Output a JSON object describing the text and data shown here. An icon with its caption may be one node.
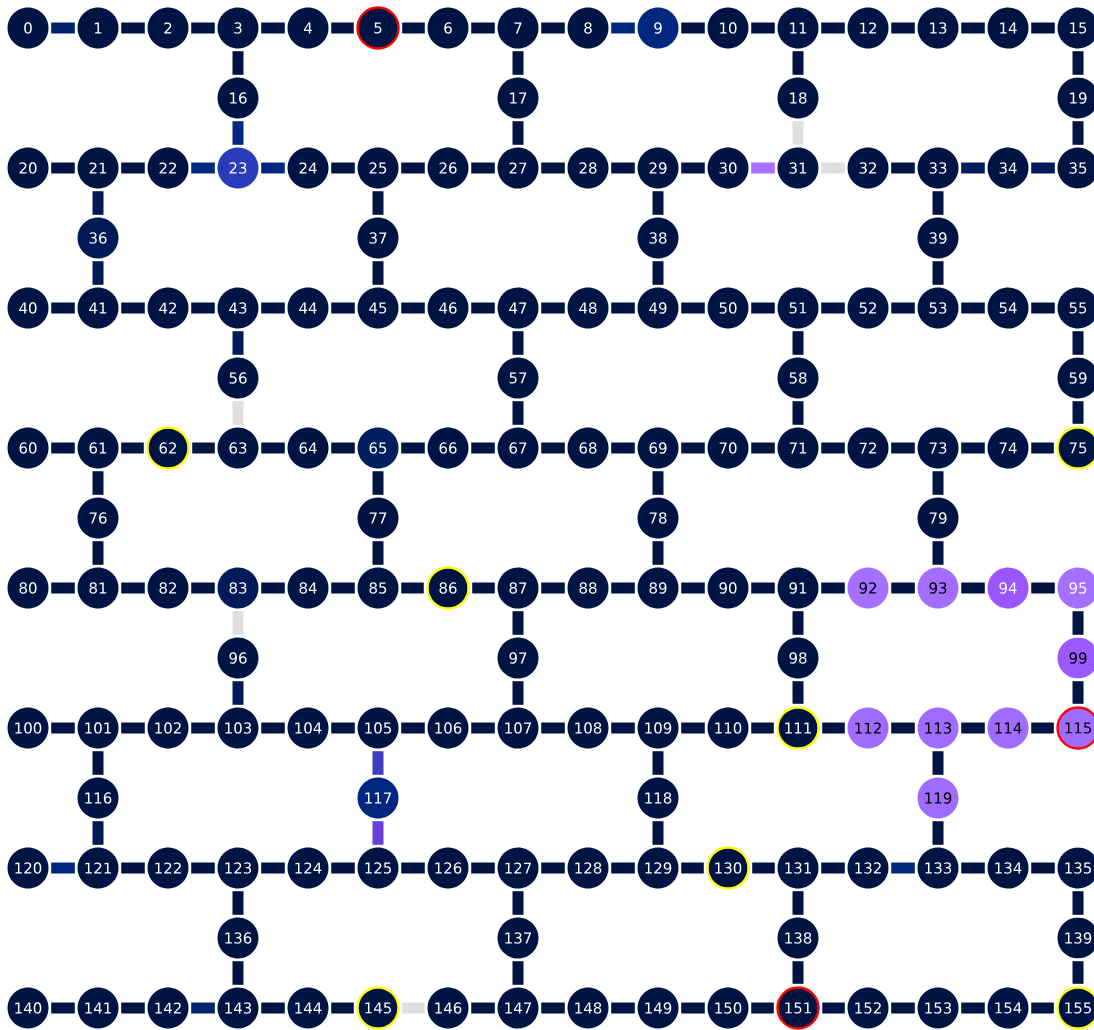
{
  "diagram": {
    "nodes": [
      {
        "text": [
          "0"
        ]
      },
      {
        "text": [
          "1"
        ]
      },
      {
        "text": [
          "2"
        ]
      },
      {
        "text": [
          "3"
        ]
      },
      {
        "text": [
          "4"
        ]
      },
      {
        "text": [
          "5"
        ]
      },
      {
        "text": [
          "6"
        ]
      },
      {
        "text": [
          "7"
        ]
      },
      {
        "text": [
          "8"
        ]
      },
      {
        "text": [
          "9"
        ]
      },
      {
        "text": [
          "10"
        ]
      },
      {
        "text": [
          "11"
        ]
      },
      {
        "text": [
          "12"
        ]
      },
      {
        "text": [
          "13"
        ]
      },
      {
        "text": [
          "14"
        ]
      },
      {
        "text": [
          "15"
        ]
      },
      {
        "text": [
          "16"
        ]
      },
      {
        "text": [
          "17"
        ]
      },
      {
        "text": [
          "18"
        ]
      },
      {
        "text": [
          "19"
        ]
      },
      {
        "text": [
          "20"
        ]
      },
      {
        "text": [
          "21"
        ]
      },
      {
        "text": [
          "22"
        ]
      },
      {
        "text": [
          "23"
        ]
      },
      {
        "text": [
          "24"
        ]
      },
      {
        "text": [
          "25"
        ]
      },
      {
        "text": [
          "26"
        ]
      },
      {
        "text": [
          "27"
        ]
      },
      {
        "text": [
          "28"
        ]
      },
      {
        "text": [
          "29"
        ]
      },
      {
        "text": [
          "30"
        ]
      },
      {
        "text": [
          "31"
        ]
      },
      {
        "text": [
          "32"
        ]
      },
      {
        "text": [
          "33"
        ]
      },
      {
        "text": [
          "34"
        ]
      },
      {
        "text": [
          "35"
        ]
      },
      {
        "text": [
          "36"
        ]
      },
      {
        "text": [
          "37"
        ]
      },
      {
        "text": [
          "38"
        ]
      },
      {
        "text": [
          "39"
        ]
      },
      {
        "text": [
          "40"
        ]
      },
      {
        "text": [
          "41"
        ]
      },
      {
        "text": [
          "42"
        ]
      },
      {
        "text": [
          "43"
        ]
      },
      {
        "text": [
          "44"
        ]
      },
      {
        "text": [
          "45"
        ]
      },
      {
        "text": [
          "46"
        ]
      },
      {
        "text": [
          "47"
        ]
      },
      {
        "text": [
          "48"
        ]
      },
      {
        "text": [
          "49"
        ]
      },
      {
        "text": [
          "50"
        ]
      },
      {
        "text": [
          "51"
        ]
      },
      {
        "text": [
          "52"
        ]
      },
      {
        "text": [
          "53"
        ]
      },
      {
        "text": [
          "54"
        ]
      },
      {
        "text": [
          "55"
        ]
      },
      {
        "text": [
          "56"
        ]
      },
      {
        "text": [
          "57"
        ]
      },
      {
        "text": [
          "58"
        ]
      },
      {
        "text": [
          "59"
        ]
      },
      {
        "text": [
          "60"
        ]
      },
      {
        "text": [
          "61"
        ]
      },
      {
        "text": [
          "62"
        ]
      },
      {
        "text": [
          "63"
        ]
      },
      {
        "text": [
          "64"
        ]
      },
      {
        "text": [
          "65"
        ]
      },
      {
        "text": [
          "66"
        ]
      },
      {
        "text": [
          "67"
        ]
      },
      {
        "text": [
          "68"
        ]
      },
      {
        "text": [
          "69"
        ]
      },
      {
        "text": [
          "70"
        ]
      },
      {
        "text": [
          "71"
        ]
      },
      {
        "text": [
          "72"
        ]
      },
      {
        "text": [
          "73"
        ]
      },
      {
        "text": [
          "74"
        ]
      },
      {
        "text": [
          "75"
        ]
      },
      {
        "text": [
          "76"
        ]
      },
      {
        "text": [
          "77"
        ]
      },
      {
        "text": [
          "78"
        ]
      },
      {
        "text": [
          "79"
        ]
      },
      {
        "text": [
          "80"
        ]
      },
      {
        "text": [
          "81"
        ]
      },
      {
        "text": [
          "82"
        ]
      },
      {
        "text": [
          "83"
        ]
      },
      {
        "text": [
          "84"
        ]
      },
      {
        "text": [
          "85"
        ]
      },
      {
        "text": [
          "86"
        ]
      },
      {
        "text": [
          "87"
        ]
      },
      {
        "text": [
          "88"
        ]
      },
      {
        "text": [
          "89"
        ]
      },
      {
        "text": [
          "90"
        ]
      },
      {
        "text": [
          "91"
        ]
      },
      {
        "text": [
          "92"
        ]
      },
      {
        "text": [
          "93"
        ]
      },
      {
        "text": [
          "94"
        ]
      },
      {
        "text": [
          "95"
        ]
      },
      {
        "text": [
          "96"
        ]
      },
      {
        "text": [
          "97"
        ]
      },
      {
        "text": [
          "98"
        ]
      },
      {
        "text": [
          "99"
        ]
      },
      {
        "text": [
          "100"
        ]
      },
      {
        "text": [
          "101"
        ]
      },
      {
        "text": [
          "102"
        ]
      },
      {
        "text": [
          "103"
        ]
      },
      {
        "text": [
          "104"
        ]
      },
      {
        "text": [
          "105"
        ]
      },
      {
        "text": [
          "106"
        ]
      },
      {
        "text": [
          "107"
        ]
      },
      {
        "text": [
          "108"
        ]
      },
      {
        "text": [
          "109"
        ]
      },
      {
        "text": [
          "110"
        ]
      },
      {
        "text": [
          "111"
        ]
      },
      {
        "text": [
          "112"
        ]
      },
      {
        "text": [
          "113"
        ]
      },
      {
        "text": [
          "114"
        ]
      },
      {
        "text": [
          "115"
        ]
      },
      {
        "text": [
          "116"
        ]
      },
      {
        "text": [
          "117"
        ]
      },
      {
        "text": [
          "118"
        ]
      },
      {
        "text": [
          "119"
        ]
      },
      {
        "text": [
          "120"
        ]
      },
      {
        "text": [
          "121"
        ]
      },
      {
        "text": [
          "122"
        ]
      },
      {
        "text": [
          "123"
        ]
      },
      {
        "text": [
          "124"
        ]
      },
      {
        "text": [
          "125"
        ]
      },
      {
        "text": [
          "126"
        ]
      },
      {
        "text": [
          "127"
        ]
      },
      {
        "text": [
          "128"
        ]
      },
      {
        "text": [
          "129"
        ]
      },
      {
        "text": [
          "130"
        ]
      },
      {
        "text": [
          "131"
        ]
      },
      {
        "text": [
          "132"
        ]
      },
      {
        "text": [
          "133"
        ]
      },
      {
        "text": [
          "134"
        ]
      },
      {
        "text": [
          "135"
        ]
      },
      {
        "text": [
          "136"
        ]
      },
      {
        "text": [
          "137"
        ]
      },
      {
        "text": [
          "138"
        ]
      },
      {
        "text": [
          "139"
        ]
      },
      {
        "text": [
          "140"
        ]
      },
      {
        "text": [
          "141"
        ]
      },
      {
        "text": [
          "142"
        ]
      },
      {
        "text": [
          "143"
        ]
      },
      {
        "text": [
          "144"
        ]
      },
      {
        "text": [
          "145"
        ]
      },
      {
        "text": [
          "146"
        ]
      },
      {
        "text": [
          "147"
        ]
      },
      {
        "text": [
          "148"
        ]
      },
      {
        "text": [
          "149"
        ]
      },
      {
        "text": [
          "150"
        ]
      },
      {
        "text": [
          "151"
        ]
      },
      {
        "text": [
          "152"
        ]
      },
      {
        "text": [
          "153"
        ]
      },
      {
        "text": [
          "154"
        ]
      },
      {
        "text": [
          "155"
        ]
      }
    ],
    "edges": [
      {
        "from": 0,
        "to": 1,
        "arrow": "none",
        "color": "#00226b"
      },
      {
        "from": 1,
        "to": 2,
        "arrow": "none"
      },
      {
        "from": 2,
        "to": 3,
        "arrow": "none"
      },
      {
        "from": 3,
        "to": 4,
        "arrow": "none"
      },
      {
        "from": 4,
        "to": 5,
        "arrow": "none"
      },
      {
        "from": 5,
        "to": 6,
        "arrow": "none"
      },
      {
        "from": 6,
        "to": 7,
        "arrow": "none"
      },
      {
        "from": 7,
        "to": 8,
        "arrow": "none"
      },
      {
        "from": 8,
        "to": 9,
        "arrow": "none",
        "color": "#00287f"
      },
      {
        "from": 9,
        "to": 10,
        "arrow": "none"
      },
      {
        "from": 10,
        "to": 11,
        "arrow": "none"
      },
      {
        "from": 11,
        "to": 12,
        "arrow": "none"
      },
      {
        "from": 12,
        "to": 13,
        "arrow": "none"
      },
      {
        "from": 13,
        "to": 14,
        "arrow": "none"
      },
      {
        "from": 14,
        "to": 15,
        "arrow": "none"
      },
      {
        "from": 20,
        "to": 21,
        "arrow": "none"
      },
      {
        "from": 21,
        "to": 22,
        "arrow": "none"
      },
      {
        "from": 22,
        "to": 23,
        "arrow": "none",
        "color": "#00287f"
      },
      {
        "from": 23,
        "to": 24,
        "arrow": "none",
        "color": "#00287f"
      },
      {
        "from": 24,
        "to": 25,
        "arrow": "none"
      },
      {
        "from": 25,
        "to": 26,
        "arrow": "none"
      },
      {
        "from": 26,
        "to": 27,
        "arrow": "none"
      },
      {
        "from": 27,
        "to": 28,
        "arrow": "none"
      },
      {
        "from": 28,
        "to": 29,
        "arrow": "none"
      },
      {
        "from": 29,
        "to": 30,
        "arrow": "none"
      },
      {
        "from": 30,
        "to": 31,
        "arrow": "none",
        "color": "#a970ff"
      },
      {
        "from": 31,
        "to": 32,
        "arrow": "none",
        "color": "#e0e0e0"
      },
      {
        "from": 32,
        "to": 33,
        "arrow": "none"
      },
      {
        "from": 33,
        "to": 34,
        "arrow": "none",
        "color": "#001c5a"
      },
      {
        "from": 34,
        "to": 35,
        "arrow": "none",
        "color": "#001c5a"
      },
      {
        "from": 40,
        "to": 41,
        "arrow": "none"
      },
      {
        "from": 41,
        "to": 42,
        "arrow": "none"
      },
      {
        "from": 42,
        "to": 43,
        "arrow": "none"
      },
      {
        "from": 43,
        "to": 44,
        "arrow": "none"
      },
      {
        "from": 44,
        "to": 45,
        "arrow": "none"
      },
      {
        "from": 45,
        "to": 46,
        "arrow": "none"
      },
      {
        "from": 46,
        "to": 47,
        "arrow": "none"
      },
      {
        "from": 47,
        "to": 48,
        "arrow": "none"
      },
      {
        "from": 48,
        "to": 49,
        "arrow": "none"
      },
      {
        "from": 49,
        "to": 50,
        "arrow": "none"
      },
      {
        "from": 50,
        "to": 51,
        "arrow": "none"
      },
      {
        "from": 51,
        "to": 52,
        "arrow": "none"
      },
      {
        "from": 52,
        "to": 53,
        "arrow": "none"
      },
      {
        "from": 53,
        "to": 54,
        "arrow": "none"
      },
      {
        "from": 54,
        "to": 55,
        "arrow": "none"
      },
      {
        "from": 60,
        "to": 61,
        "arrow": "none"
      },
      {
        "from": 61,
        "to": 62,
        "arrow": "none"
      },
      {
        "from": 62,
        "to": 63,
        "arrow": "none"
      },
      {
        "from": 63,
        "to": 64,
        "arrow": "none"
      },
      {
        "from": 64,
        "to": 65,
        "arrow": "none"
      },
      {
        "from": 65,
        "to": 66,
        "arrow": "none"
      },
      {
        "from": 66,
        "to": 67,
        "arrow": "none"
      },
      {
        "from": 67,
        "to": 68,
        "arrow": "none"
      },
      {
        "from": 68,
        "to": 69,
        "arrow": "none"
      },
      {
        "from": 69,
        "to": 70,
        "arrow": "none"
      },
      {
        "from": 70,
        "to": 71,
        "arrow": "none"
      },
      {
        "from": 71,
        "to": 72,
        "arrow": "none"
      },
      {
        "from": 72,
        "to": 73,
        "arrow": "none"
      },
      {
        "from": 73,
        "to": 74,
        "arrow": "none"
      },
      {
        "from": 74,
        "to": 75,
        "arrow": "none"
      },
      {
        "from": 80,
        "to": 81,
        "arrow": "none"
      },
      {
        "from": 81,
        "to": 82,
        "arrow": "none"
      },
      {
        "from": 82,
        "to": 83,
        "arrow": "none"
      },
      {
        "from": 83,
        "to": 84,
        "arrow": "none"
      },
      {
        "from": 84,
        "to": 85,
        "arrow": "none"
      },
      {
        "from": 85,
        "to": 86,
        "arrow": "none"
      },
      {
        "from": 86,
        "to": 87,
        "arrow": "none"
      },
      {
        "from": 87,
        "to": 88,
        "arrow": "none"
      },
      {
        "from": 88,
        "to": 89,
        "arrow": "none"
      },
      {
        "from": 89,
        "to": 90,
        "arrow": "none"
      },
      {
        "from": 90,
        "to": 91,
        "arrow": "none"
      },
      {
        "from": 91,
        "to": 92,
        "arrow": "none"
      },
      {
        "from": 92,
        "to": 93,
        "arrow": "none"
      },
      {
        "from": 93,
        "to": 94,
        "arrow": "none"
      },
      {
        "from": 94,
        "to": 95,
        "arrow": "none"
      },
      {
        "from": 100,
        "to": 101,
        "arrow": "none"
      },
      {
        "from": 101,
        "to": 102,
        "arrow": "none"
      },
      {
        "from": 102,
        "to": 103,
        "arrow": "none"
      },
      {
        "from": 103,
        "to": 104,
        "arrow": "none"
      },
      {
        "from": 104,
        "to": 105,
        "arrow": "none"
      },
      {
        "from": 105,
        "to": 106,
        "arrow": "none"
      },
      {
        "from": 106,
        "to": 107,
        "arrow": "none"
      },
      {
        "from": 107,
        "to": 108,
        "arrow": "none"
      },
      {
        "from": 108,
        "to": 109,
        "arrow": "none"
      },
      {
        "from": 109,
        "to": 110,
        "arrow": "none"
      },
      {
        "from": 110,
        "to": 111,
        "arrow": "none"
      },
      {
        "from": 111,
        "to": 112,
        "arrow": "none"
      },
      {
        "from": 112,
        "to": 113,
        "arrow": "none"
      },
      {
        "from": 113,
        "to": 114,
        "arrow": "none"
      },
      {
        "from": 114,
        "to": 115,
        "arrow": "none"
      },
      {
        "from": 120,
        "to": 121,
        "arrow": "none",
        "color": "#00287a"
      },
      {
        "from": 121,
        "to": 122,
        "arrow": "none"
      },
      {
        "from": 122,
        "to": 123,
        "arrow": "none"
      },
      {
        "from": 123,
        "to": 124,
        "arrow": "none"
      },
      {
        "from": 124,
        "to": 125,
        "arrow": "none"
      },
      {
        "from": 125,
        "to": 126,
        "arrow": "none"
      },
      {
        "from": 126,
        "to": 127,
        "arrow": "none"
      },
      {
        "from": 127,
        "to": 128,
        "arrow": "none"
      },
      {
        "from": 128,
        "to": 129,
        "arrow": "none"
      },
      {
        "from": 129,
        "to": 130,
        "arrow": "none"
      },
      {
        "from": 130,
        "to": 131,
        "arrow": "none"
      },
      {
        "from": 131,
        "to": 132,
        "arrow": "none"
      },
      {
        "from": 132,
        "to": 133,
        "arrow": "none",
        "color": "#00287a"
      },
      {
        "from": 133,
        "to": 134,
        "arrow": "none"
      },
      {
        "from": 134,
        "to": 135,
        "arrow": "none"
      },
      {
        "from": 140,
        "to": 141,
        "arrow": "none"
      },
      {
        "from": 141,
        "to": 142,
        "arrow": "none"
      },
      {
        "from": 142,
        "to": 143,
        "arrow": "none",
        "color": "#00246e"
      },
      {
        "from": 143,
        "to": 144,
        "arrow": "none"
      },
      {
        "from": 144,
        "to": 145,
        "arrow": "none"
      },
      {
        "from": 145,
        "to": 146,
        "arrow": "none",
        "color": "#e0e0e0"
      },
      {
        "from": 146,
        "to": 147,
        "arrow": "none"
      },
      {
        "from": 147,
        "to": 148,
        "arrow": "none"
      },
      {
        "from": 148,
        "to": 149,
        "arrow": "none"
      },
      {
        "from": 149,
        "to": 150,
        "arrow": "none"
      },
      {
        "from": 150,
        "to": 151,
        "arrow": "none"
      },
      {
        "from": 151,
        "to": 152,
        "arrow": "none"
      },
      {
        "from": 152,
        "to": 153,
        "arrow": "none"
      },
      {
        "from": 153,
        "to": 154,
        "arrow": "none"
      },
      {
        "from": 154,
        "to": 155,
        "arrow": "none"
      },
      {
        "from": 3,
        "to": 16,
        "arrow": "none"
      },
      {
        "from": 16,
        "to": 23,
        "arrow": "none",
        "color": "#00287f"
      },
      {
        "from": 7,
        "to": 17,
        "arrow": "none"
      },
      {
        "from": 17,
        "to": 27,
        "arrow": "none"
      },
      {
        "from": 11,
        "to": 18,
        "arrow": "none"
      },
      {
        "from": 18,
        "to": 31,
        "arrow": "none",
        "color": "#e0e0e0"
      },
      {
        "from": 15,
        "to": 19,
        "arrow": "none"
      },
      {
        "from": 19,
        "to": 35,
        "arrow": "none"
      },
      {
        "from": 21,
        "to": 36,
        "arrow": "none",
        "color": "#001a55"
      },
      {
        "from": 36,
        "to": 41,
        "arrow": "none",
        "color": "#001a55"
      },
      {
        "from": 25,
        "to": 37,
        "arrow": "none"
      },
      {
        "from": 37,
        "to": 45,
        "arrow": "none"
      },
      {
        "from": 29,
        "to": 38,
        "arrow": "none"
      },
      {
        "from": 38,
        "to": 49,
        "arrow": "none"
      },
      {
        "from": 33,
        "to": 39,
        "arrow": "none"
      },
      {
        "from": 39,
        "to": 53,
        "arrow": "none"
      },
      {
        "from": 43,
        "to": 56,
        "arrow": "none",
        "color": "#001a55"
      },
      {
        "from": 56,
        "to": 63,
        "arrow": "none",
        "color": "#e0e0e0"
      },
      {
        "from": 47,
        "to": 57,
        "arrow": "none"
      },
      {
        "from": 57,
        "to": 67,
        "arrow": "none"
      },
      {
        "from": 51,
        "to": 58,
        "arrow": "none"
      },
      {
        "from": 58,
        "to": 71,
        "arrow": "none"
      },
      {
        "from": 55,
        "to": 59,
        "arrow": "none"
      },
      {
        "from": 59,
        "to": 75,
        "arrow": "none"
      },
      {
        "from": 61,
        "to": 76,
        "arrow": "none"
      },
      {
        "from": 76,
        "to": 81,
        "arrow": "none"
      },
      {
        "from": 65,
        "to": 77,
        "arrow": "none"
      },
      {
        "from": 77,
        "to": 85,
        "arrow": "none"
      },
      {
        "from": 69,
        "to": 78,
        "arrow": "none"
      },
      {
        "from": 78,
        "to": 89,
        "arrow": "none"
      },
      {
        "from": 73,
        "to": 79,
        "arrow": "none"
      },
      {
        "from": 79,
        "to": 93,
        "arrow": "none"
      },
      {
        "from": 83,
        "to": 96,
        "arrow": "none",
        "color": "#e0e0e0"
      },
      {
        "from": 96,
        "to": 103,
        "arrow": "none",
        "color": "#001a55"
      },
      {
        "from": 87,
        "to": 97,
        "arrow": "none"
      },
      {
        "from": 97,
        "to": 107,
        "arrow": "none"
      },
      {
        "from": 91,
        "to": 98,
        "arrow": "none"
      },
      {
        "from": 98,
        "to": 111,
        "arrow": "none"
      },
      {
        "from": 95,
        "to": 99,
        "arrow": "none"
      },
      {
        "from": 99,
        "to": 115,
        "arrow": "none"
      },
      {
        "from": 101,
        "to": 116,
        "arrow": "none"
      },
      {
        "from": 116,
        "to": 121,
        "arrow": "none",
        "color": "#001a55"
      },
      {
        "from": 105,
        "to": 117,
        "arrow": "none",
        "color": "#3d3fbf"
      },
      {
        "from": 117,
        "to": 125,
        "arrow": "none",
        "color": "#6541d8"
      },
      {
        "from": 109,
        "to": 118,
        "arrow": "none"
      },
      {
        "from": 118,
        "to": 129,
        "arrow": "none"
      },
      {
        "from": 113,
        "to": 119,
        "arrow": "none"
      },
      {
        "from": 119,
        "to": 133,
        "arrow": "none"
      },
      {
        "from": 123,
        "to": 136,
        "arrow": "none"
      },
      {
        "from": 136,
        "to": 143,
        "arrow": "none"
      },
      {
        "from": 127,
        "to": 137,
        "arrow": "none"
      },
      {
        "from": 137,
        "to": 147,
        "arrow": "none"
      },
      {
        "from": 131,
        "to": 138,
        "arrow": "none"
      },
      {
        "from": 138,
        "to": 151,
        "arrow": "none"
      },
      {
        "from": 135,
        "to": 139,
        "arrow": "none"
      },
      {
        "from": 139,
        "to": 155,
        "arrow": "none"
      }
    ]
  }
}
